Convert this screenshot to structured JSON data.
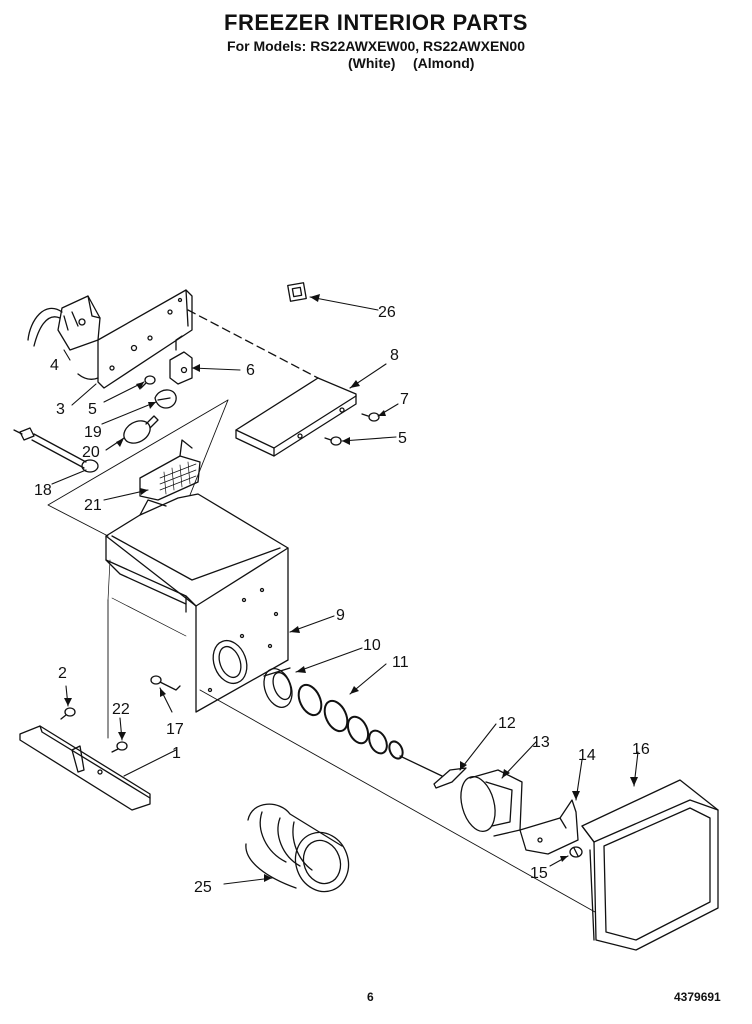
{
  "header": {
    "title": "FREEZER INTERIOR PARTS",
    "models_line": "For Models: RS22AWXEW00, RS22AWXEN00",
    "variant_white": "(White)",
    "variant_almond": "(Almond)"
  },
  "callouts": [
    "1",
    "2",
    "3",
    "4",
    "5",
    "5",
    "6",
    "7",
    "8",
    "9",
    "10",
    "11",
    "12",
    "13",
    "14",
    "15",
    "16",
    "17",
    "18",
    "19",
    "20",
    "21",
    "22",
    "25",
    "26"
  ],
  "footer": {
    "page_number": "6",
    "doc_number": "4379691"
  }
}
